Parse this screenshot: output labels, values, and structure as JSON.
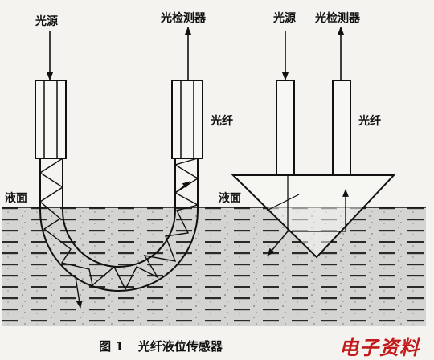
{
  "labels": {
    "light_source_left": "光源",
    "detector_left": "光检测器",
    "fiber_left": "光纤",
    "liquid_surface_left": "液面",
    "light_source_right": "光源",
    "detector_right": "光检测器",
    "fiber_right": "光纤",
    "liquid_surface_right": "液面"
  },
  "caption": {
    "number": "图 1",
    "title": "光纤液位传感器"
  },
  "watermark": "电子资料",
  "colors": {
    "background": "#f4f3ef",
    "liquid": "#cfcfcf",
    "line": "#111111",
    "watermark": "#c21a1a"
  }
}
